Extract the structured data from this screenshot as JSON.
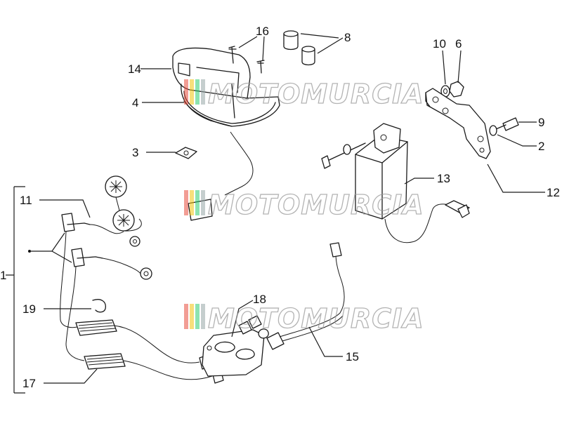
{
  "diagram": {
    "callouts": [
      "1",
      "2",
      "3",
      "4",
      "6",
      "8",
      "9",
      "10",
      "11",
      "12",
      "13",
      "14",
      "15",
      "16",
      "17",
      "18",
      "19"
    ],
    "watermark": {
      "text": "MOTOMURCIA",
      "stripe_colors": [
        "#e74c3c",
        "#f1c40f",
        "#2ecc71",
        "#95a5a6"
      ]
    }
  }
}
